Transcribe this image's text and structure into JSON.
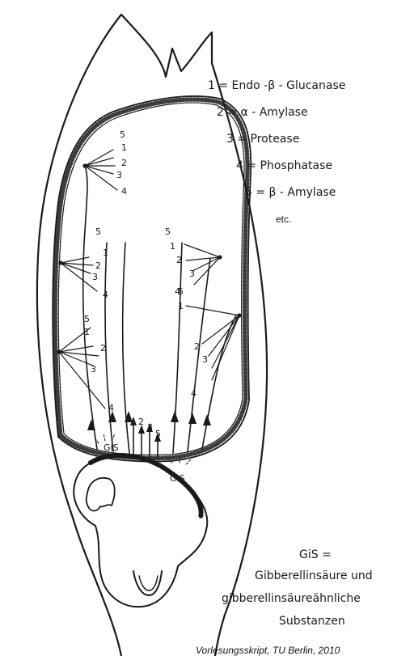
{
  "legend": {
    "items": [
      "1 = Endo -β - Glucanase",
      "2 = α - Amylase",
      "3 = Protease",
      "4 = Phosphatase",
      "5 = β - Amylase"
    ],
    "etc": "etc."
  },
  "markers": {
    "one": "1",
    "two": "2",
    "three": "3",
    "four": "4",
    "five": "5",
    "gis": "GiS"
  },
  "footnote": {
    "title": "GiS =",
    "line1": "Gibberellinsäure und",
    "line2": "gibberellinsäureähnliche",
    "line3": "Substanzen"
  },
  "source": "Vorlesungsskript, TU Berlin, 2010"
}
